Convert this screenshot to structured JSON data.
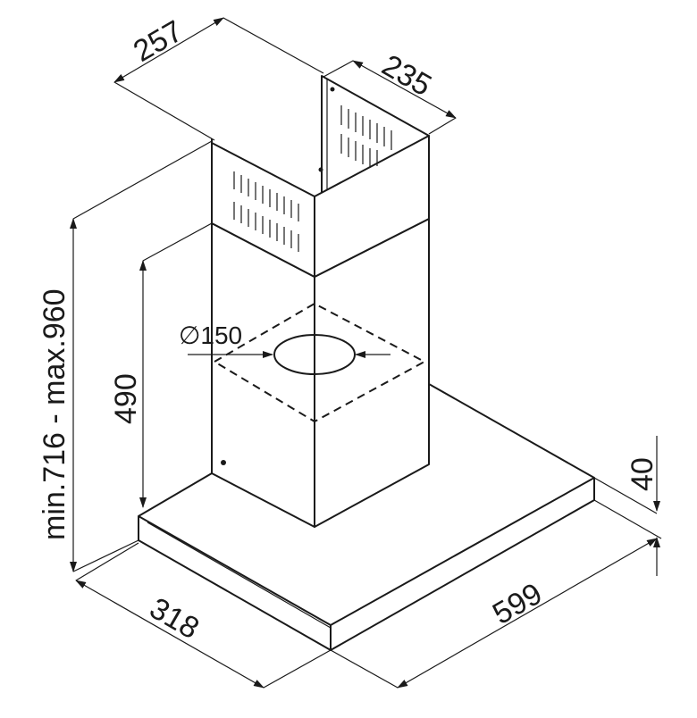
{
  "dimensions": {
    "chimney_depth": "257",
    "chimney_width": "235",
    "total_height": "min.716 - max.960",
    "lower_chimney_height": "490",
    "duct_diameter": "∅150",
    "plate_thickness": "40",
    "hood_depth": "318",
    "hood_width": "599"
  }
}
